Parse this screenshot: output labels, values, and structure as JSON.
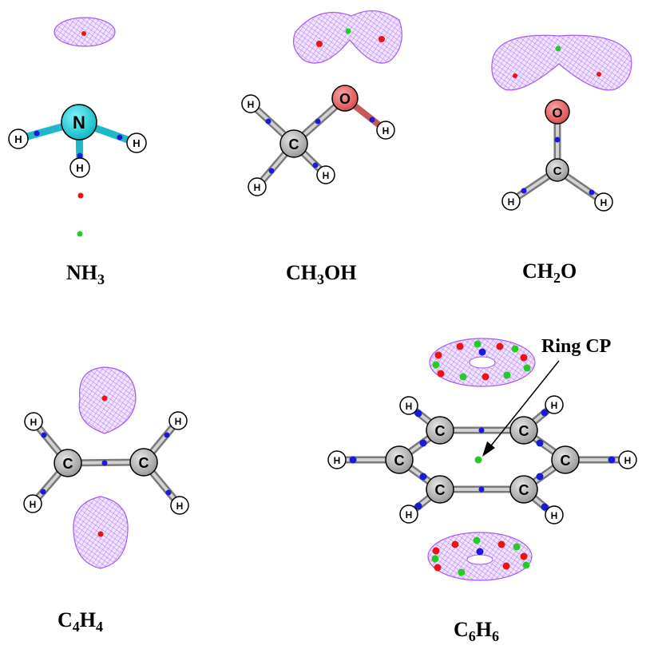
{
  "molecules": {
    "nh3": {
      "formula": "NH",
      "sub": "3",
      "atoms": {
        "n": "N",
        "h": "H"
      }
    },
    "ch3oh": {
      "formula_a": "CH",
      "sub": "3",
      "formula_b": "OH",
      "atoms": {
        "c": "C",
        "o": "O",
        "h": "H"
      }
    },
    "ch2o": {
      "formula_a": "CH",
      "sub": "2",
      "formula_b": "O",
      "atoms": {
        "c": "C",
        "o": "O",
        "h": "H"
      }
    },
    "c4h4": {
      "formula_a": "C",
      "sub_a": "4",
      "formula_b": "H",
      "sub_b": "4",
      "atoms": {
        "c": "C",
        "h": "H"
      }
    },
    "c6h6": {
      "formula_a": "C",
      "sub_a": "6",
      "formula_b": "H",
      "sub_b": "6",
      "atoms": {
        "c": "C",
        "h": "H"
      }
    }
  },
  "annotation": {
    "ring_cp": "Ring CP"
  },
  "colors": {
    "isosurface": "#a55cf0",
    "isosurface_fill": "#d9c2fb",
    "carbon": "#b4b4b4",
    "hydrogen": "#ffffff",
    "nitrogen": "#22dde8",
    "oxygen": "#ec6b6b",
    "bond_cp": "#1a1adc",
    "critical_point_red": "#ee1111",
    "critical_point_green": "#22cc22"
  }
}
